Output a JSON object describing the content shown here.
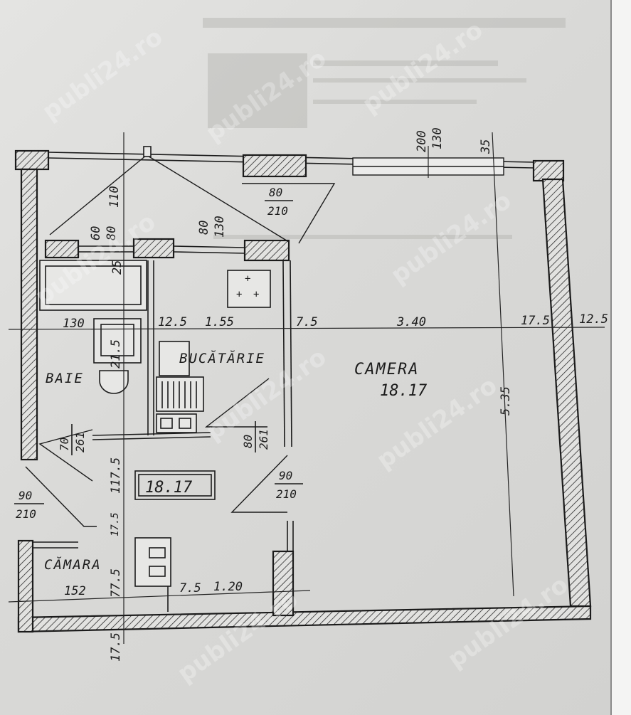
{
  "rooms": {
    "baie": "BAIE",
    "bucatarie": "BUCĂTĂRIE",
    "camera": "CAMERA",
    "camera_area": "18.17",
    "camara": "CĂMARA",
    "hall_area": "18.17"
  },
  "dimensions": {
    "top_left_110": "110",
    "win_60": "60",
    "win_80a": "80",
    "win_80b": "80",
    "win_130a": "130",
    "win_200": "200",
    "win_130b": "130",
    "top_35": "35",
    "left_25": "25",
    "row_130": "130",
    "row_12_5": "12.5",
    "row_1_55": "1.55",
    "row_7_5": "7.5",
    "row_3_40": "3.40",
    "row_17_5": "17.5",
    "row_12_5_b": "12.5",
    "bath_21_5": "21.5",
    "height_5_35": "5.35",
    "hall_117_5": "117.5",
    "hall_17_5": "17.5",
    "pantry_77_5": "77.5",
    "bottom_152": "152",
    "bottom_7_5": "7.5",
    "bottom_1_20": "1.20",
    "bottom_17_5": "17.5"
  },
  "doors": {
    "d1_top": "80",
    "d1_bot": "210",
    "d2_top": "70",
    "d2_bot": "261",
    "d3_top": "80",
    "d3_bot": "261",
    "d4_top": "90",
    "d4_bot": "210",
    "d5_top": "90",
    "d5_bot": "210"
  },
  "watermark": "publi24.ro",
  "colors": {
    "ink": "#1b1b1b",
    "paper": "#dcdcda"
  }
}
